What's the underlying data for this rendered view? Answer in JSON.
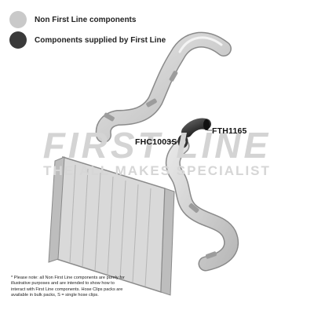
{
  "legend": {
    "items": [
      {
        "label": "Non First Line components",
        "color": "#c9c9c9"
      },
      {
        "label": "Components supplied by First Line",
        "color": "#3a3a3a"
      }
    ]
  },
  "parts": {
    "clip_code": "FHC1003S",
    "hose_code": "FTH1165"
  },
  "watermark": {
    "brand": "FIRST LINE",
    "tagline": "THE ALL MAKES SPECIALIST"
  },
  "footnote": "* Please note: all Non First Line components are purely for illustrative purposes and are intended to show how to interact with First Line components. Hose Clips packs are available in bulk packs, S = single hose clips.",
  "colors": {
    "grey_part": "#cfcfcf",
    "grey_outline": "#8a8a8a",
    "supplied_part": "#2b2b2b"
  }
}
